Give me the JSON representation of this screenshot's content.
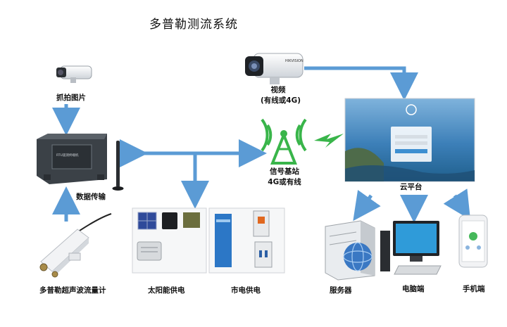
{
  "title": "多普勒测流系统",
  "nodes": {
    "snapshot_camera": {
      "label": "抓拍图片"
    },
    "video_camera": {
      "label_line1": "视频",
      "label_line2": "(有线或4G)"
    },
    "rtu": {
      "label": "数据传输",
      "device_text": "RTU遥测终端机"
    },
    "base_station": {
      "label_line1": "信号基站",
      "label_line2": "4G或有线"
    },
    "cloud_platform": {
      "label": "云平台"
    },
    "flowmeter": {
      "label": "多普勒超声波流量计"
    },
    "solar_power": {
      "label": "太阳能供电"
    },
    "mains_power": {
      "label": "市电供电"
    },
    "server": {
      "label": "服务器"
    },
    "pc": {
      "label": "电脑端"
    },
    "phone": {
      "label": "手机端"
    }
  },
  "colors": {
    "arrow": "#5b9bd5",
    "signal": "#39b54a",
    "sky": "#3c7fb8",
    "sea": "#1f5f8c"
  }
}
